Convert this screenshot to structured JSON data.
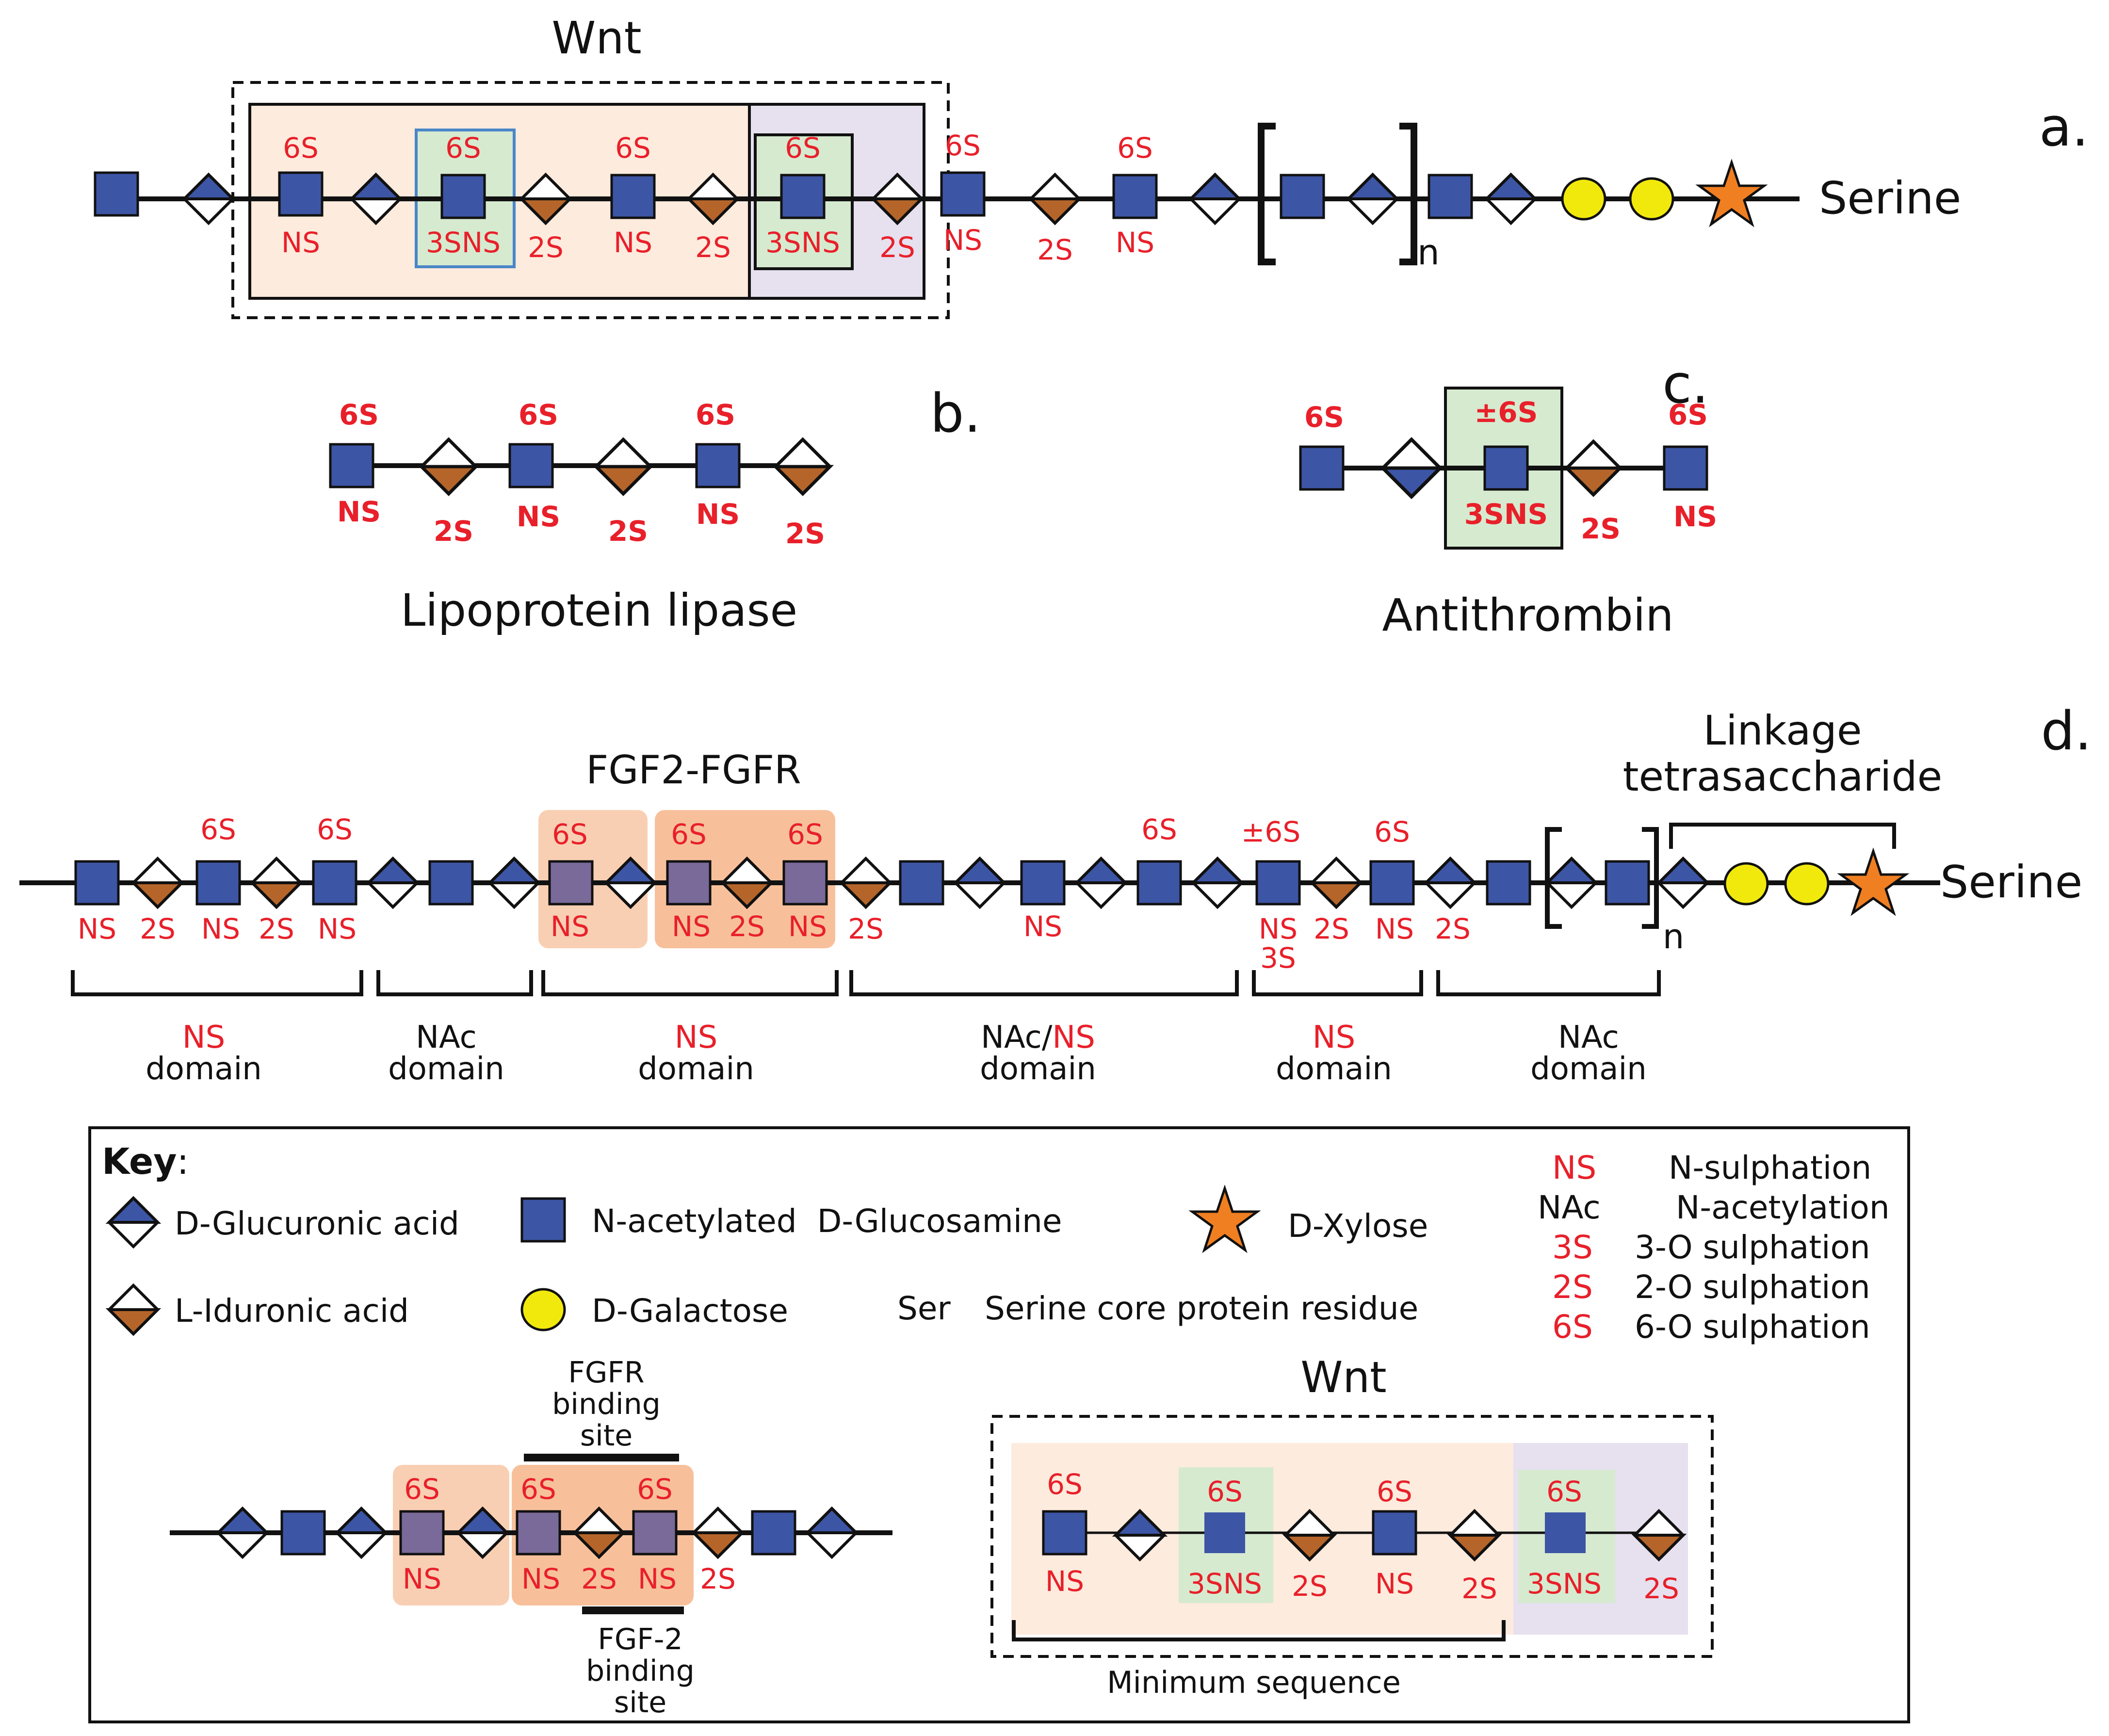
{
  "panels": {
    "a": {
      "label": "a.",
      "title": "Wnt",
      "end_label": "Serine",
      "repeat": "n",
      "top_labels": [
        "6S",
        "6S",
        "6S",
        "6S",
        "6S",
        "6S"
      ],
      "bottom_labels": [
        "NS",
        "3SNS",
        "2S",
        "NS",
        "2S",
        "3SNS",
        "2S",
        "NS",
        "2S",
        "NS"
      ]
    },
    "b": {
      "label": "b.",
      "title": "Lipoprotein lipase",
      "top_labels": [
        "6S",
        "6S",
        "6S"
      ],
      "bottom_labels": [
        "NS",
        "2S",
        "NS",
        "2S",
        "NS",
        "2S"
      ]
    },
    "c": {
      "label": "c.",
      "title": "Antithrombin",
      "top_labels": [
        "6S",
        "±6S",
        "6S"
      ],
      "bottom_labels": [
        "3SNS",
        "2S",
        "NS"
      ]
    },
    "d": {
      "label": "d.",
      "title": "FGF2-FGFR",
      "linkage": [
        "Linkage",
        "tetrasaccharide"
      ],
      "end_label": "Serine",
      "repeat": "n",
      "top_labels": [
        "6S",
        "6S",
        "6S",
        "6S",
        "6S",
        "6S",
        "±6S",
        "6S"
      ],
      "bottom_labels": [
        "NS",
        "2S",
        "NS",
        "2S",
        "NS",
        "NS",
        "NS",
        "2S",
        "NS",
        "2S",
        "NS",
        "NS",
        "2S",
        "NS",
        "2S"
      ],
      "label_3S": "3S",
      "domains": [
        {
          "l1": "NS",
          "l2": "domain"
        },
        {
          "l1": "NAc",
          "l2": "domain"
        },
        {
          "l1": "NS",
          "l2": "domain"
        },
        {
          "l1a": "NAc/",
          "l1b": "NS",
          "l2": "domain"
        },
        {
          "l1": "NS",
          "l2": "domain"
        },
        {
          "l1": "NAc",
          "l2": "domain"
        }
      ]
    }
  },
  "key": {
    "title": "Key",
    "colon": ":",
    "items": {
      "glucuronic": "D-Glucuronic acid",
      "iduronic": "L-Iduronic acid",
      "glucosamine": "N-acetylated  D-Glucosamine",
      "galactose": "D-Galactose",
      "xylose": "D-Xylose",
      "ser_abbr": "Ser",
      "ser_desc": "Serine core protein residue"
    },
    "abbreviations": [
      {
        "abbr": "NS",
        "desc": "N-sulphation"
      },
      {
        "abbr": "NAc",
        "desc": "N-acetylation"
      },
      {
        "abbr": "3S",
        "desc": "3-O sulphation"
      },
      {
        "abbr": "2S",
        "desc": "2-O sulphation"
      },
      {
        "abbr": "6S",
        "desc": "6-O sulphation"
      }
    ],
    "fgf": {
      "fgfr_site": [
        "FGFR",
        "binding",
        "site"
      ],
      "fgf2_site": [
        "FGF-2",
        "binding",
        "site"
      ],
      "top_labels": [
        "6S",
        "6S",
        "6S"
      ],
      "bottom_labels": [
        "NS",
        "NS",
        "2S",
        "NS",
        "2S"
      ]
    },
    "wnt": {
      "title": "Wnt",
      "minimum": "Minimum sequence",
      "top_labels": [
        "6S",
        "6S",
        "6S",
        "6S"
      ],
      "bottom_labels": [
        "NS",
        "3SNS",
        "2S",
        "NS",
        "2S",
        "3SNS",
        "2S"
      ]
    }
  },
  "colors": {
    "glucosamine": "#3d55a5",
    "iduronic": "#b5652a",
    "galactose": "#f2e90c",
    "xylose": "#f07f22",
    "sulphation_text": "#e8202a",
    "wnt_peach": "#fdebdd",
    "wnt_lavender": "#e6e0ef",
    "green_box": "#d6ead0",
    "fgf_orange": "#f6b58a",
    "fgf_purple": "#7a6a9a"
  }
}
